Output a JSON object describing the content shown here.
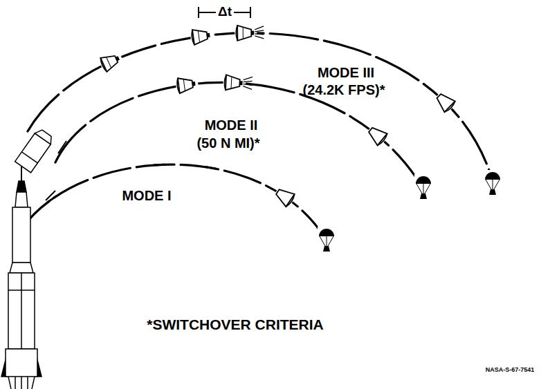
{
  "diagram": {
    "labels": [
      "Δt",
      "MODE III",
      "(24.2K FPS)*",
      "MODE II",
      "(50 N MI)*",
      "MODE I",
      "*SWITCHOVER CRITERIA",
      "NASA-S-67-7541"
    ]
  }
}
